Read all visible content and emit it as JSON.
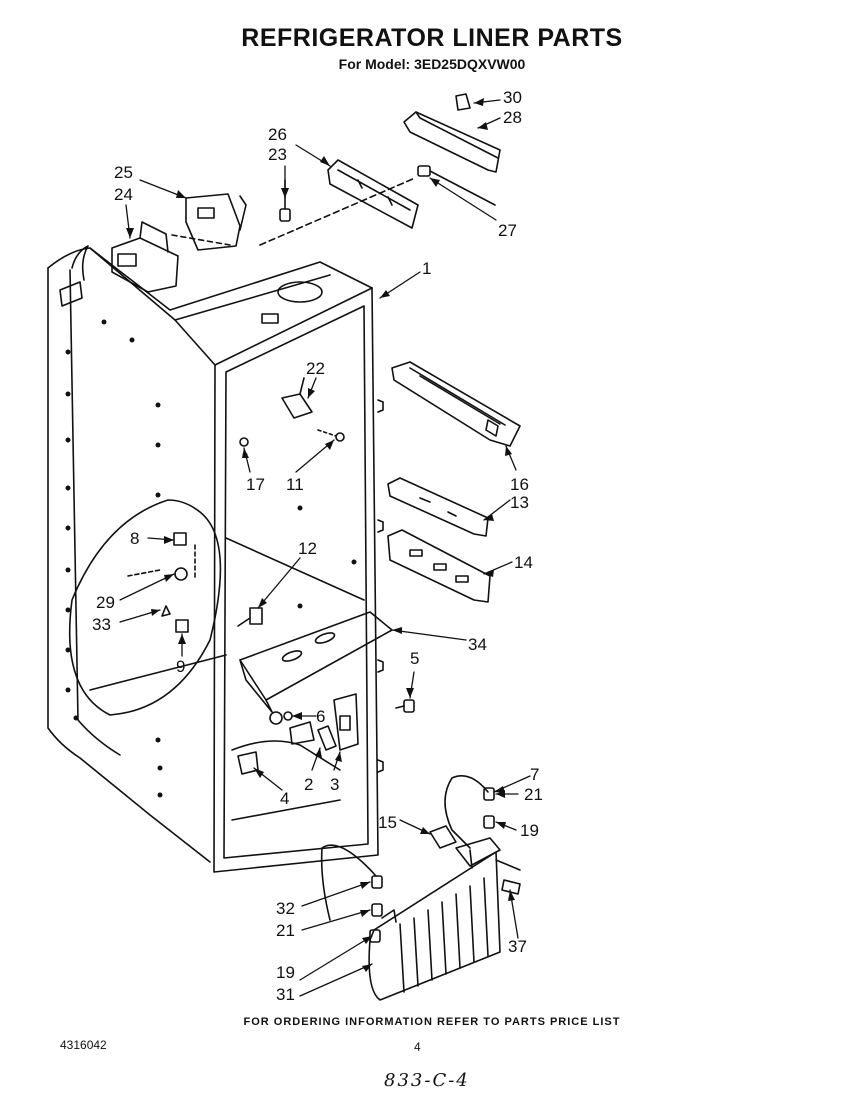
{
  "header": {
    "title": "REFRIGERATOR LINER PARTS",
    "subtitle": "For Model: 3ED25DQXVW00"
  },
  "callouts": {
    "c30": "30",
    "c28": "28",
    "c26": "26",
    "c23": "23",
    "c25": "25",
    "c24": "24",
    "c27": "27",
    "c1": "1",
    "c22": "22",
    "c16": "16",
    "c17": "17",
    "c11": "11",
    "c13": "13",
    "c8": "8",
    "c12": "12",
    "c14": "14",
    "c29": "29",
    "c33": "33",
    "c34": "34",
    "c9": "9",
    "c5": "5",
    "c6": "6",
    "c2": "2",
    "c3": "3",
    "c4": "4",
    "c7": "7",
    "c21a": "21",
    "c15": "15",
    "c19a": "19",
    "c32": "32",
    "c21b": "21",
    "c37": "37",
    "c19b": "19",
    "c31": "31"
  },
  "footer": {
    "note": "FOR ORDERING INFORMATION REFER TO PARTS PRICE LIST",
    "doc_number": "4316042",
    "page_number": "4",
    "handwritten": "833-C-4"
  }
}
